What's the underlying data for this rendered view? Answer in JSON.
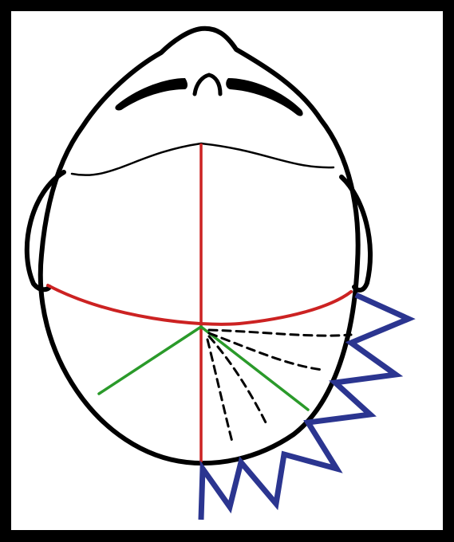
{
  "colors": {
    "background": "#000000",
    "panel": "#ffffff",
    "outline": "#000000",
    "midline": "#cc2222",
    "transverse": "#cc2222",
    "wedge": "#2a9a2a",
    "dashed": "#000000",
    "zigzag": "#2b3590"
  },
  "diagram": {
    "subject": "scalp-top-view",
    "elements": [
      "head-outline",
      "nose",
      "eyebrows",
      "ears",
      "hairline",
      "sagittal-line",
      "coronal-line",
      "occipital-wedge-lines",
      "dashed-vector-lines",
      "zigzag-incision"
    ]
  }
}
